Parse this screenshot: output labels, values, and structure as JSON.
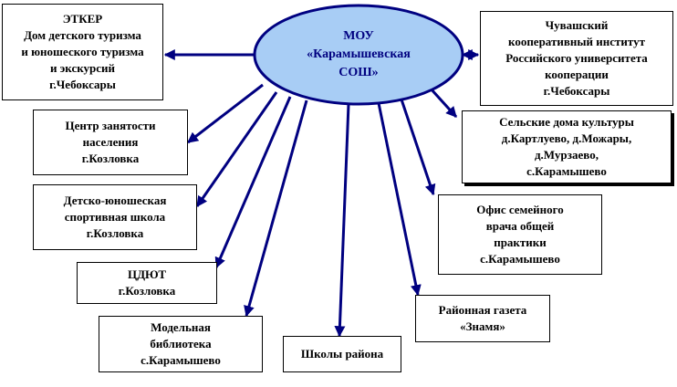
{
  "colors": {
    "hub_fill": "#a8cdf5",
    "hub_stroke": "#000080",
    "arrow": "#000080",
    "hub_text": "#000080"
  },
  "hub": {
    "label": "МОУ\n«Карамышевская\nСОШ»"
  },
  "nodes": [
    {
      "id": "etker",
      "label": "ЭТКЕР\nДом детского туризма\nи юношеского туризма\nи экскурсий\nг.Чебоксары"
    },
    {
      "id": "czn",
      "label": "Центр занятости\nнаселения\nг.Козловка"
    },
    {
      "id": "dyussh",
      "label": "Детско-юношеская\nспортивная школа\nг.Козловка"
    },
    {
      "id": "cdyut",
      "label": "ЦДЮТ\nг.Козловка"
    },
    {
      "id": "library",
      "label": "Модельная\nбиблиотека\nс.Карамышево"
    },
    {
      "id": "schools",
      "label": "Школы района"
    },
    {
      "id": "gazeta",
      "label": "Районная газета\n«Знамя»"
    },
    {
      "id": "ofis",
      "label": "Офис  семейного\nврача общей\nпрактики\nс.Карамышево"
    },
    {
      "id": "sdk",
      "label": "Сельские дома культуры\nд.Картлуево,  д.Можары,\nд.Мурзаево,\nс.Карамышево"
    },
    {
      "id": "chki",
      "label": "Чувашский\nкооперативный институт\nРоссийского университета\nкооперации\nг.Чебоксары"
    }
  ]
}
